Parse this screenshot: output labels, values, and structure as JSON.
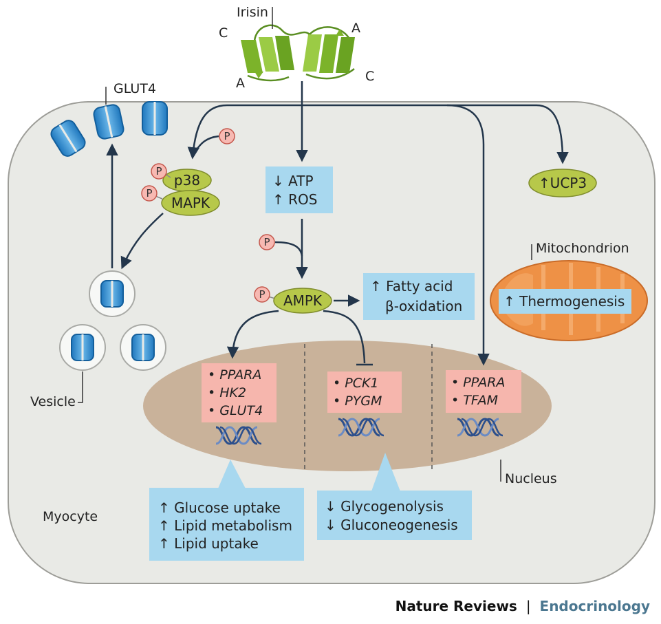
{
  "colors": {
    "cell_fill": "#e9eae6",
    "cell_border": "#9d9d98",
    "nucleus": "#c9b29a",
    "blue_box": "#a8d8ef",
    "pink_box": "#f6b6ad",
    "green_oval": "#b7c84a",
    "mito": "#ee9146",
    "phospho": "#f7b9b2",
    "glut4": "#2b8ad0",
    "irisin": "#7cb32a",
    "arrow": "#23364b",
    "journal_accent": "#4b7790"
  },
  "labels": {
    "irisin": "Irisin",
    "glut4": "GLUT4",
    "term_c": "C",
    "term_a": "A",
    "vesicle": "Vesicle",
    "myocyte": "Myocyte",
    "nucleus": "Nucleus",
    "mitochondrion": "Mitochondrion",
    "phospho": "P"
  },
  "nodes": {
    "p38": "p38",
    "mapk": "MAPK",
    "ampk": "AMPK",
    "ucp3": "↑UCP3",
    "atp_ros": [
      "↓ ATP",
      "↑ ROS"
    ],
    "fatty_acid": [
      "↑ Fatty acid",
      "β-oxidation"
    ],
    "thermogenesis": "↑ Thermogenesis"
  },
  "genes": {
    "left": [
      "• PPARA",
      "• HK2",
      "• GLUT4"
    ],
    "middle": [
      "• PCK1",
      "• PYGM"
    ],
    "right": [
      "• PPARA",
      "• TFAM"
    ]
  },
  "effects": {
    "left": [
      "↑ Glucose uptake",
      "↑ Lipid metabolism",
      "↑ Lipid uptake"
    ],
    "middle": [
      "↓ Glycogenolysis",
      "↓ Gluconeogenesis"
    ]
  },
  "journal": {
    "name": "Nature Reviews",
    "separator": "|",
    "section": "Endocrinology"
  }
}
